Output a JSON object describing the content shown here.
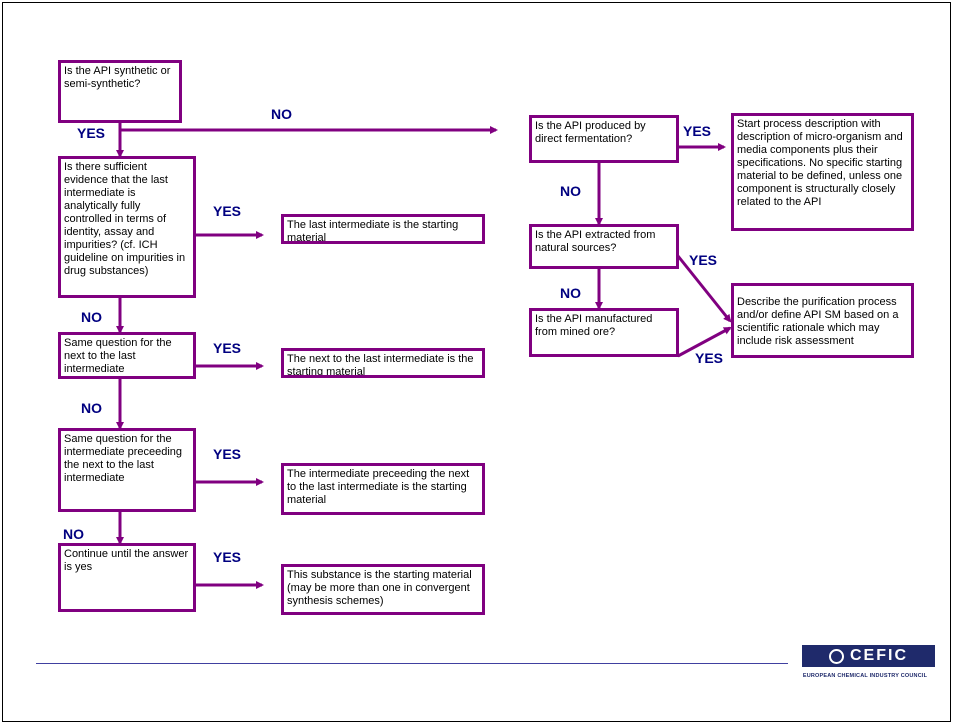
{
  "boxes": {
    "q_synthetic": "Is the API synthetic or semi-synthetic?",
    "q_evidence": "Is there sufficient evidence that the last intermediate is analytically fully controlled in terms of identity, assay and impurities? (cf. ICH guideline on impurities in drug substances)",
    "a_last": "The last intermediate is the starting material",
    "q_same_next": "Same question for the next to the last intermediate",
    "a_next": "The next to the last intermediate is the starting material",
    "q_same_preceeding": "Same question for the intermediate preceeding the next to the last intermediate",
    "a_preceeding": "The intermediate preceeding the next to the last intermediate is the starting material",
    "q_continue": "Continue until the answer is yes",
    "a_substance": "This substance is the starting material (may be more than one in convergent synthesis schemes)",
    "q_fermentation": "Is the API produced by direct fermentation?",
    "a_fermentation": "Start process description with description of micro-organism and media components plus their specifications. No specific starting material to be defined, unless one component is structurally closely related to the API",
    "q_extracted": "Is the API extracted from natural sources?",
    "q_mined": "Is the API manufactured from mined ore?",
    "a_purification": "Describe the purification process and/or define API SM based on a scientific rationale which may include risk assessment"
  },
  "labels": {
    "no_top": "NO",
    "yes_1": "YES",
    "yes_2": "YES",
    "no_2": "NO",
    "yes_3": "YES",
    "no_3": "NO",
    "yes_4": "YES",
    "no_4": "NO",
    "yes_5": "YES",
    "yes_ferm": "YES",
    "no_ferm": "NO",
    "yes_extr": "YES",
    "no_extr": "NO",
    "yes_mined": "YES"
  },
  "footer": {
    "logo_text": "CEFIC",
    "council": "EUROPEAN CHEMICAL INDUSTRY COUNCIL"
  },
  "colors": {
    "box_border": "#800080",
    "label": "#000080",
    "logo_bg": "#1f2a6b"
  }
}
